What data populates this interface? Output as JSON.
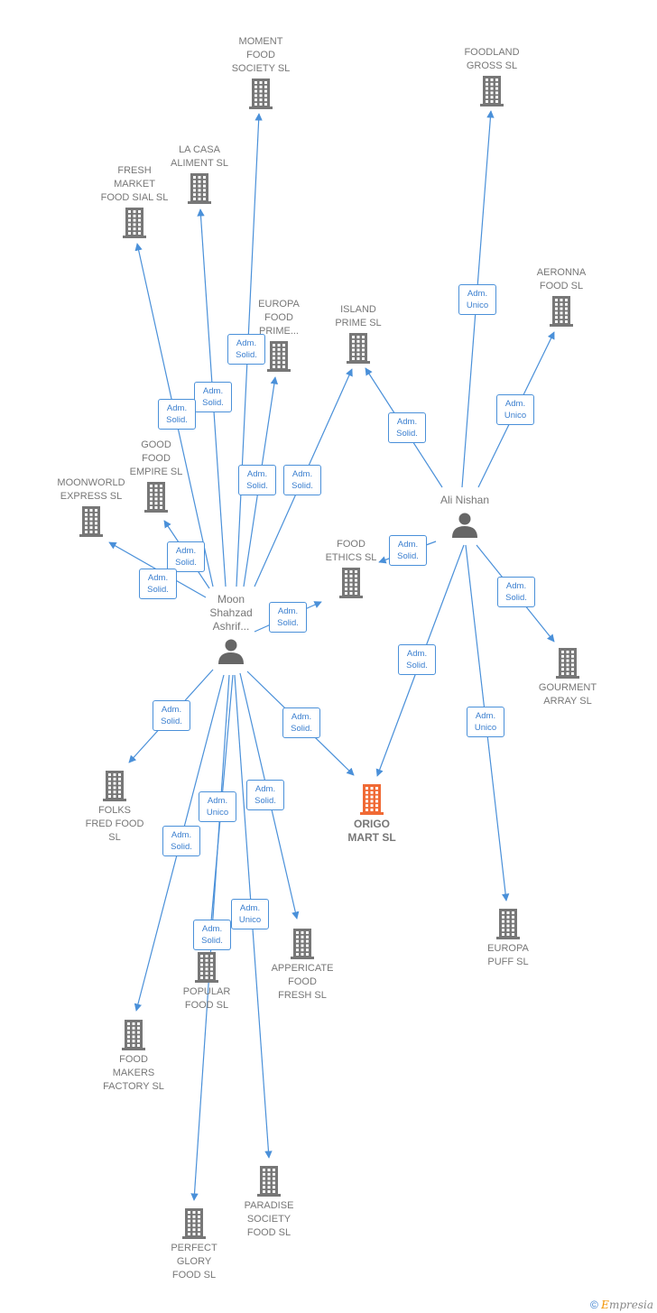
{
  "colors": {
    "edge": "#4a90d9",
    "building": "#777777",
    "focus": "#f06a35",
    "person": "#666666"
  },
  "nodes": [
    {
      "id": "moment",
      "kind": "company",
      "label": "MOMENT\nFOOD\nSOCIETY  SL"
    },
    {
      "id": "foodland",
      "kind": "company",
      "label": "FOODLAND\nGROSS  SL"
    },
    {
      "id": "lacasa",
      "kind": "company",
      "label": "LA CASA\nALIMENT  SL"
    },
    {
      "id": "fresh",
      "kind": "company",
      "label": "FRESH\nMARKET\nFOOD SIAL  SL"
    },
    {
      "id": "aeronna",
      "kind": "company",
      "label": "AERONNA\nFOOD  SL"
    },
    {
      "id": "europafp",
      "kind": "company",
      "label": "EUROPA\nFOOD\nPRIME..."
    },
    {
      "id": "island",
      "kind": "company",
      "label": "ISLAND\nPRIME  SL"
    },
    {
      "id": "goodfood",
      "kind": "company",
      "label": "GOOD\nFOOD\nEMPIRE  SL"
    },
    {
      "id": "moonworld",
      "kind": "company",
      "label": "MOONWORLD\nEXPRESS  SL"
    },
    {
      "id": "foodethics",
      "kind": "company",
      "label": "FOOD\nETHICS  SL"
    },
    {
      "id": "ali",
      "kind": "person",
      "label": "Ali Nishan"
    },
    {
      "id": "moon",
      "kind": "person",
      "label": "Moon\nShahzad\nAshrif..."
    },
    {
      "id": "gourment",
      "kind": "company",
      "label": "GOURMENT\nARRAY  SL"
    },
    {
      "id": "folks",
      "kind": "company",
      "label": "FOLKS\nFRED FOOD\nSL"
    },
    {
      "id": "origo",
      "kind": "focus",
      "label": "ORIGO\nMART  SL"
    },
    {
      "id": "europapuff",
      "kind": "company",
      "label": "EUROPA\nPUFF  SL"
    },
    {
      "id": "appericate",
      "kind": "company",
      "label": "APPERICATE\nFOOD\nFRESH  SL"
    },
    {
      "id": "popular",
      "kind": "company",
      "label": "POPULAR\nFOOD  SL"
    },
    {
      "id": "foodmakers",
      "kind": "company",
      "label": "FOOD\nMAKERS\nFACTORY  SL"
    },
    {
      "id": "paradise",
      "kind": "company",
      "label": "PARADISE\nSOCIETY\nFOOD  SL"
    },
    {
      "id": "perfect",
      "kind": "company",
      "label": "PERFECT\nGLORY\nFOOD  SL"
    }
  ],
  "edges": [
    {
      "from": "moon",
      "to": "moment",
      "label": "Adm.\nSolid."
    },
    {
      "from": "moon",
      "to": "lacasa",
      "label": "Adm.\nSolid."
    },
    {
      "from": "moon",
      "to": "fresh",
      "label": "Adm.\nSolid."
    },
    {
      "from": "moon",
      "to": "europafp",
      "label": "Adm.\nSolid."
    },
    {
      "from": "moon",
      "to": "island",
      "label": "Adm.\nSolid."
    },
    {
      "from": "moon",
      "to": "goodfood",
      "label": "Adm.\nSolid."
    },
    {
      "from": "moon",
      "to": "moonworld",
      "label": "Adm.\nSolid."
    },
    {
      "from": "moon",
      "to": "foodethics",
      "label": "Adm.\nSolid."
    },
    {
      "from": "moon",
      "to": "folks",
      "label": "Adm.\nSolid."
    },
    {
      "from": "moon",
      "to": "origo",
      "label": "Adm.\nSolid."
    },
    {
      "from": "moon",
      "to": "appericate",
      "label": "Adm.\nSolid."
    },
    {
      "from": "moon",
      "to": "foodmakers",
      "label": "Adm.\nSolid."
    },
    {
      "from": "moon",
      "to": "popular",
      "label": "Adm.\nUnico"
    },
    {
      "from": "moon",
      "to": "paradise",
      "label": "Adm.\nUnico"
    },
    {
      "from": "moon",
      "to": "perfect",
      "label": "Adm.\nSolid."
    },
    {
      "from": "ali",
      "to": "foodland",
      "label": "Adm.\nUnico"
    },
    {
      "from": "ali",
      "to": "aeronna",
      "label": "Adm.\nUnico"
    },
    {
      "from": "ali",
      "to": "island",
      "label": "Adm.\nSolid."
    },
    {
      "from": "ali",
      "to": "foodethics",
      "label": "Adm.\nSolid."
    },
    {
      "from": "ali",
      "to": "gourment",
      "label": "Adm.\nSolid."
    },
    {
      "from": "ali",
      "to": "origo",
      "label": "Adm.\nSolid."
    },
    {
      "from": "ali",
      "to": "europapuff",
      "label": "Adm.\nUnico"
    }
  ],
  "footer": {
    "copyright": "©",
    "brand_initial": "E",
    "brand_rest": "mpresia"
  }
}
